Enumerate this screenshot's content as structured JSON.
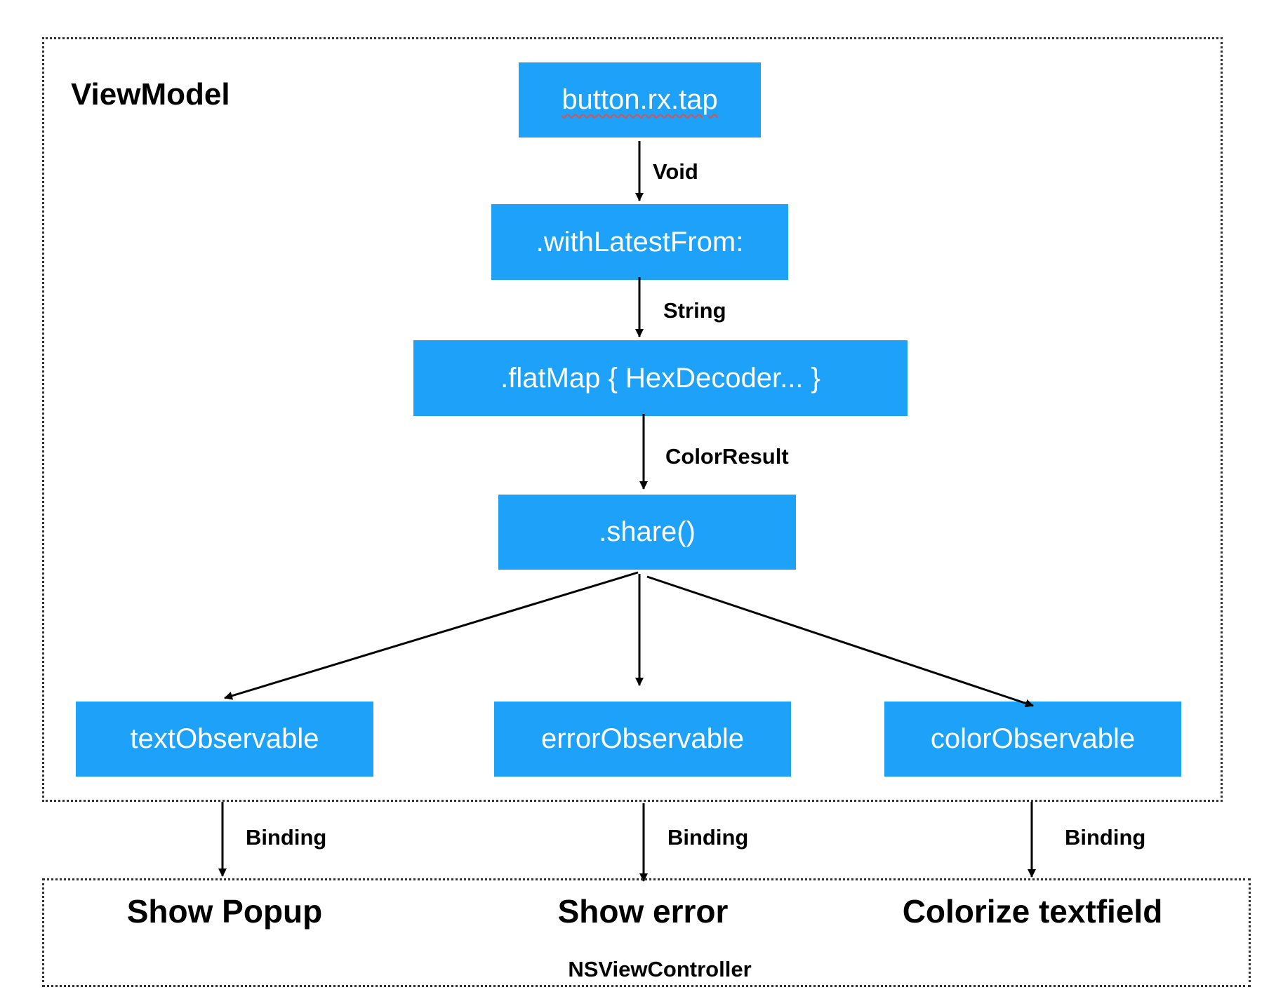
{
  "colors": {
    "node_fill": "#1da1f9",
    "node_text": "#ffffff",
    "ink": "#000000",
    "frame_border": "#333333"
  },
  "viewmodel": {
    "title": "ViewModel"
  },
  "nodes": {
    "tap": "button.rx.tap",
    "with_latest_from": ".withLatestFrom:",
    "flat_map": ".flatMap { HexDecoder... }",
    "share": ".share()",
    "text_observable": "textObservable",
    "error_observable": "errorObservable",
    "color_observable": "colorObservable"
  },
  "edge_labels": {
    "void": "Void",
    "string": "String",
    "color_result": "ColorResult",
    "binding_text": "Binding",
    "binding_error": "Binding",
    "binding_color": "Binding"
  },
  "controller": {
    "title": "NSViewController",
    "actions": [
      "Show Popup",
      "Show error",
      "Colorize textfield"
    ]
  }
}
